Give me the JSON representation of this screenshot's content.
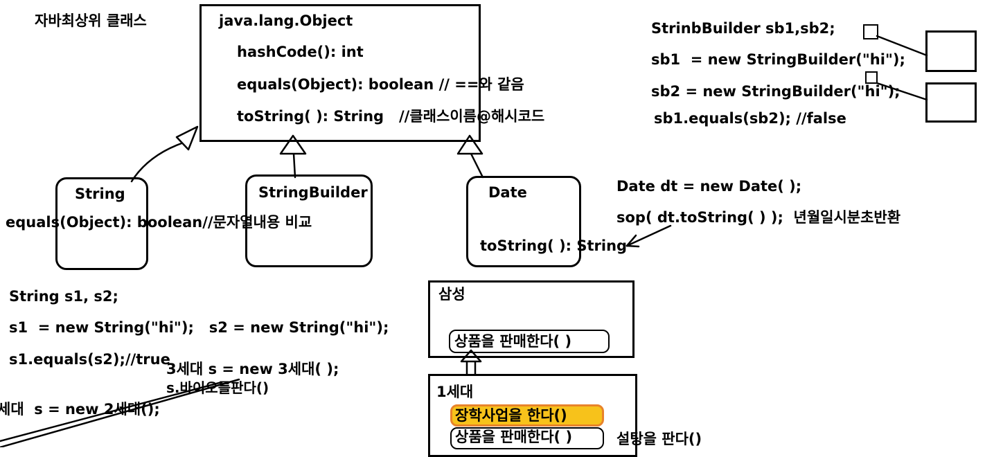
{
  "top_label": "자바최상위 클래스",
  "object_class": {
    "name": "java.lang.Object",
    "methods": [
      "hashCode(): int",
      "equals(Object): boolean // ==와 같음",
      "toString( ): String   //클래스이름@해시코드"
    ]
  },
  "string_class": {
    "name": "String",
    "method": "equals(Object): boolean//문자열내용 비교"
  },
  "stringbuilder_class": {
    "name": "StringBuilder"
  },
  "date_class": {
    "name": "Date",
    "method": "toString( ): String"
  },
  "date_code": [
    "Date dt = new Date( );",
    "sop( dt.toString( ) );  년월일시분초반환"
  ],
  "sb_code": [
    "StrinbBuilder sb1,sb2;",
    "sb1  = new StringBuilder(\"hi\");",
    "sb2 = new StringBuilder(\"hi\");",
    "sb1.equals(sb2); //false"
  ],
  "string_code": [
    "String s1, s2;",
    "s1  = new String(\"hi\");   s2 = new String(\"hi\");",
    "s1.equals(s2);//true"
  ],
  "gen_code": [
    "3세대 s = new 3세대( );",
    "s.바이오를판다()",
    "세대  s = new 2세대();"
  ],
  "samsung": {
    "title": "삼성",
    "method": "상품을 판매한다( )"
  },
  "gen1": {
    "title": "1세대",
    "method_highlight": "장학사업을 한다()",
    "method": "상품을 판매한다( )",
    "extra": "설탕을 판다()"
  },
  "colors": {
    "highlight_fill": "#f7c21b",
    "highlight_border": "#e8832a"
  }
}
